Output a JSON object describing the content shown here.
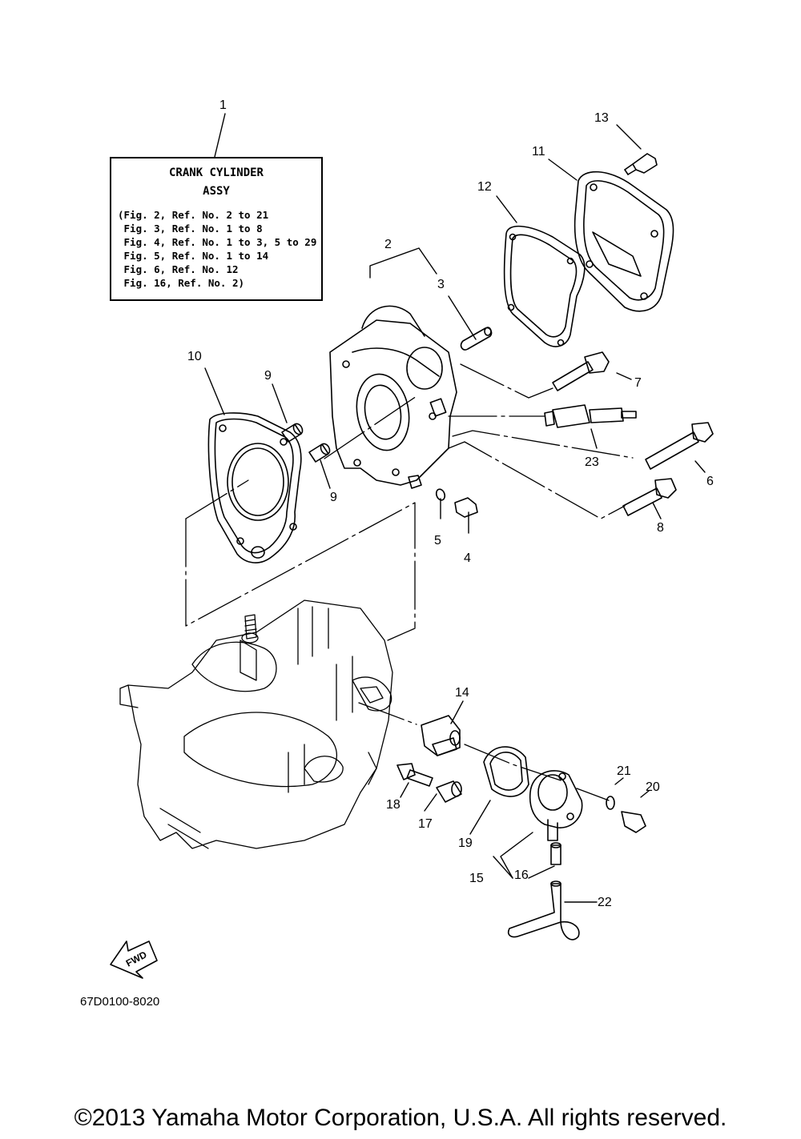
{
  "info_box": {
    "title_line1": "CRANK CYLINDER",
    "title_line2": "ASSY",
    "lines": [
      "(Fig. 2, Ref. No. 2 to 21",
      " Fig. 3, Ref. No. 1 to 8",
      " Fig. 4, Ref. No. 1 to 3, 5 to 29",
      " Fig. 5, Ref. No. 1 to 14",
      " Fig. 6, Ref. No. 12",
      " Fig. 16, Ref. No. 2)"
    ]
  },
  "callouts": {
    "c1": "1",
    "c2": "2",
    "c3": "3",
    "c4": "4",
    "c5": "5",
    "c6": "6",
    "c7": "7",
    "c8": "8",
    "c9a": "9",
    "c9b": "9",
    "c10": "10",
    "c11": "11",
    "c12": "12",
    "c13": "13",
    "c14": "14",
    "c15": "15",
    "c16": "16",
    "c17": "17",
    "c18": "18",
    "c19": "19",
    "c20": "20",
    "c21": "21",
    "c22": "22",
    "c23": "23"
  },
  "fwd_label": "FWD",
  "diagram_code": "67D0100-8020",
  "copyright": "©2013 Yamaha Motor Corporation, U.S.A. All rights reserved.",
  "colors": {
    "ink": "#000000",
    "paper": "#ffffff"
  }
}
